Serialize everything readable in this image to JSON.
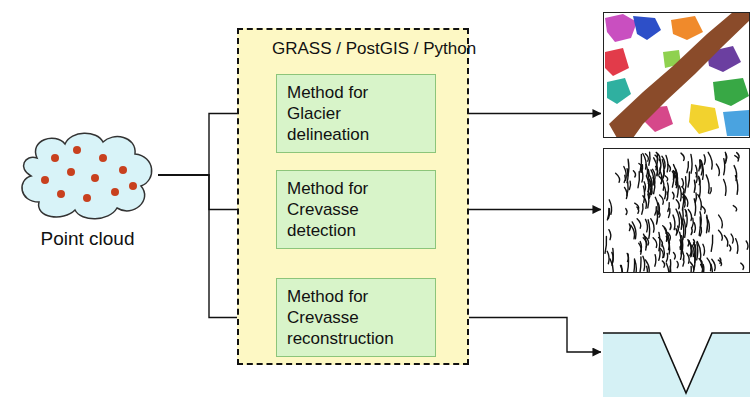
{
  "diagram": {
    "nodes": [
      {
        "text": [
          "Point cloud"
        ]
      },
      {
        "text": [
          "GRASS / PostGIS / Python"
        ]
      },
      {
        "text": [
          "Method for Glacier delineation"
        ],
        "in": 1
      },
      {
        "text": [
          "Method for Crevasse detection"
        ],
        "in": 1
      },
      {
        "text": [
          "Method for Crevasse reconstruction"
        ],
        "in": 1
      }
    ],
    "edges": [
      {
        "from": 0,
        "to": 2,
        "arrow": "to"
      },
      {
        "from": 0,
        "to": 3,
        "arrow": "to"
      },
      {
        "from": 0,
        "to": 4,
        "arrow": "to"
      }
    ]
  }
}
